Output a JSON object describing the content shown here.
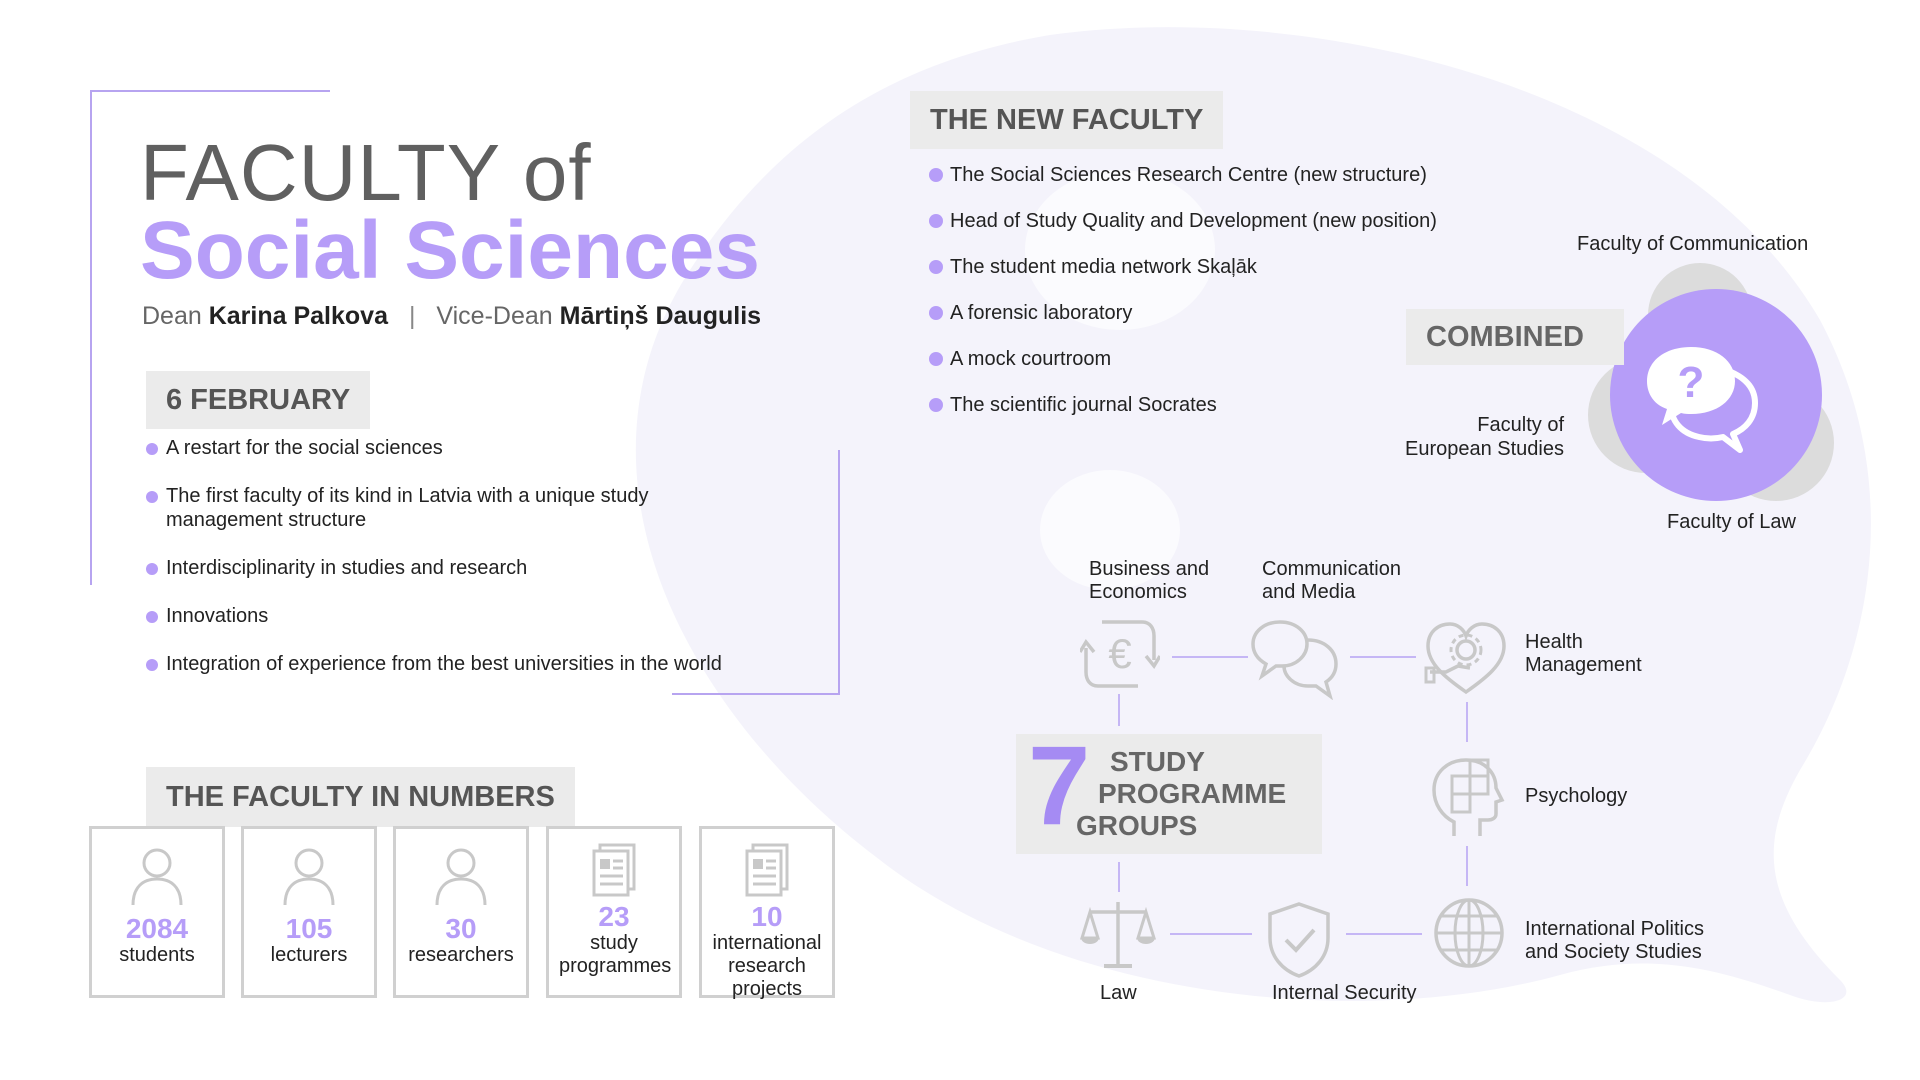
{
  "header": {
    "title_line1": "FACULTY of",
    "title_line2": "Social Sciences",
    "dean_prefix": "Dean",
    "dean_name": "Karina Palkova",
    "separator": "|",
    "vice_dean_prefix": "Vice-Dean",
    "vice_dean_name": "Mārtiņš Daugulis"
  },
  "february": {
    "label": "6 FEBRUARY",
    "items": [
      "A restart for the social sciences",
      "The first faculty of its kind in Latvia with a unique study management structure",
      "Interdisciplinarity in studies and research",
      "Innovations",
      "Integration of experience from the best universities in the world"
    ]
  },
  "numbers": {
    "label": "THE FACULTY IN NUMBERS",
    "stats": [
      {
        "value": "2084",
        "label": "students",
        "icon": "person-icon"
      },
      {
        "value": "105",
        "label": "lecturers",
        "icon": "person-icon"
      },
      {
        "value": "30",
        "label": "researchers",
        "icon": "person-icon"
      },
      {
        "value": "23",
        "label": "study programmes",
        "icon": "document-icon"
      },
      {
        "value": "10",
        "label": "international research projects",
        "icon": "document-icon"
      }
    ]
  },
  "new_faculty": {
    "label": "THE NEW FACULTY",
    "items": [
      "The Social Sciences Research Centre (new structure)",
      "Head of Study Quality and Development (new position)",
      "The student media network Skaļāk",
      "A forensic laboratory",
      "A mock courtroom",
      "The scientific journal Socrates"
    ]
  },
  "combined": {
    "label": "COMBINED",
    "faculties": [
      "Faculty of Communication",
      "Faculty of European Studies",
      "Faculty of Law"
    ]
  },
  "programme_groups": {
    "number": "7",
    "label_lines": [
      "STUDY",
      "PROGRAMME",
      "GROUPS"
    ],
    "groups": [
      {
        "name": "Business and Economics",
        "icon": "euro-exchange-icon"
      },
      {
        "name": "Communication and Media",
        "icon": "chat-bubbles-icon"
      },
      {
        "name": "Health Management",
        "icon": "heart-gear-icon"
      },
      {
        "name": "Psychology",
        "icon": "head-puzzle-icon"
      },
      {
        "name": "International Politics and Society Studies",
        "icon": "globe-icon"
      },
      {
        "name": "Internal Security",
        "icon": "shield-check-icon"
      },
      {
        "name": "Law",
        "icon": "scales-icon"
      }
    ]
  },
  "colors": {
    "accent": "#b69df8",
    "accent_dark": "#a58bf3",
    "label_bg": "#ebebeb",
    "icon_gray": "#c8c8c8",
    "bubble_bg": "#f4f3fb"
  }
}
